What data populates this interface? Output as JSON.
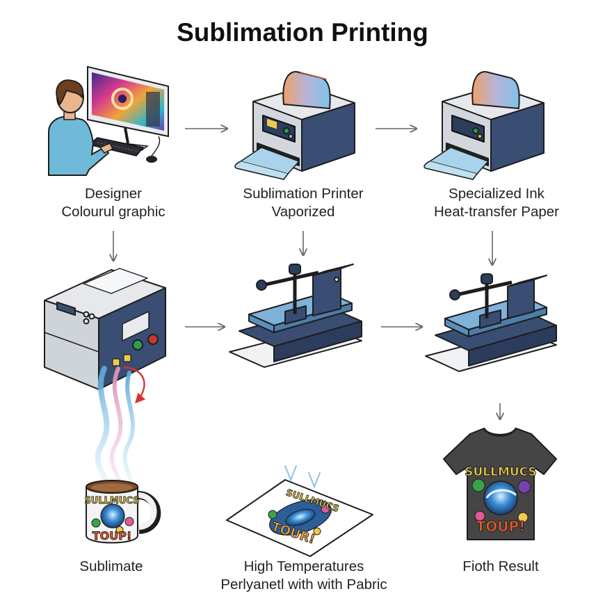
{
  "title": "Sublimation Printing",
  "colors": {
    "navy": "#3a4d73",
    "panel_grey": "#d9dde2",
    "paper_blue": "#a9d3ea",
    "heat_orange": "#e8915a",
    "vapor_blue": "#8ec3e6",
    "arrow_red": "#d6352b",
    "button_green": "#2e9e4e",
    "button_red": "#c9372c"
  },
  "steps": [
    {
      "id": "designer",
      "icon": "designer-computer-icon",
      "lines": [
        "Designer",
        "Colourul graphic"
      ]
    },
    {
      "id": "printer",
      "icon": "sublimation-printer-icon",
      "lines": [
        "Sublimation Printer",
        "Vaporized"
      ]
    },
    {
      "id": "ink-paper",
      "icon": "printer-with-paper-icon",
      "lines": [
        "Specialized Ink",
        "Heat-transfer Paper"
      ]
    },
    {
      "id": "heat-machine",
      "icon": "heat-machine-icon",
      "lines": []
    },
    {
      "id": "press-1",
      "icon": "heat-press-icon",
      "lines": []
    },
    {
      "id": "press-2",
      "icon": "heat-press-icon",
      "lines": []
    },
    {
      "id": "mug",
      "icon": "printed-mug-icon",
      "lines": [
        "Sublimate"
      ]
    },
    {
      "id": "fabric-sheet",
      "icon": "printed-sheet-icon",
      "lines": [
        "High Temperatures",
        "Perlyanetl with with Pabric"
      ]
    },
    {
      "id": "tshirt",
      "icon": "tshirt-icon",
      "lines": [
        "Fioth Result"
      ]
    }
  ],
  "artwork": {
    "top_text": "SULLMUCS",
    "bottom_text": "TOUP!",
    "sheet_top": "SULLMUCS",
    "sheet_bottom": "TOUR!"
  }
}
